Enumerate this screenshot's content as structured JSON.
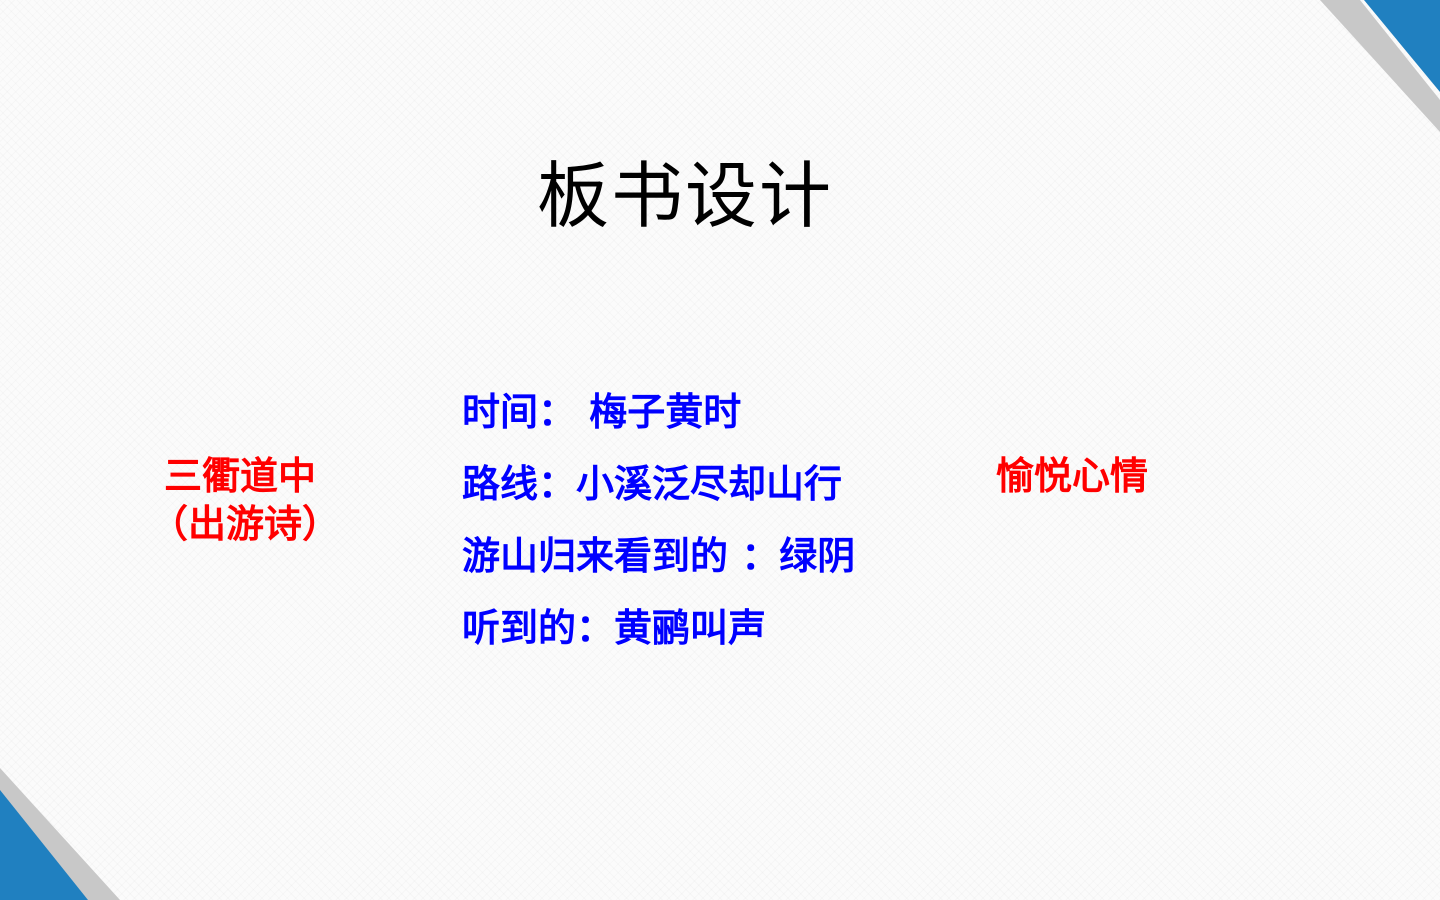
{
  "slide": {
    "title": "板书设计",
    "poem_title": "三衢道中",
    "poem_type": "（出游诗）",
    "lines": [
      "时间： 梅子黄时",
      "路线：小溪泛尽却山行",
      "游山归来看到的 ：绿阴",
      "听到的：黄鹂叫声"
    ],
    "emotion": "愉悦心情"
  },
  "colors": {
    "red_text": "#ff0000",
    "blue_text": "#0000ff",
    "corner_blue": "#2080c0",
    "corner_gray": "#c8c8c8"
  }
}
